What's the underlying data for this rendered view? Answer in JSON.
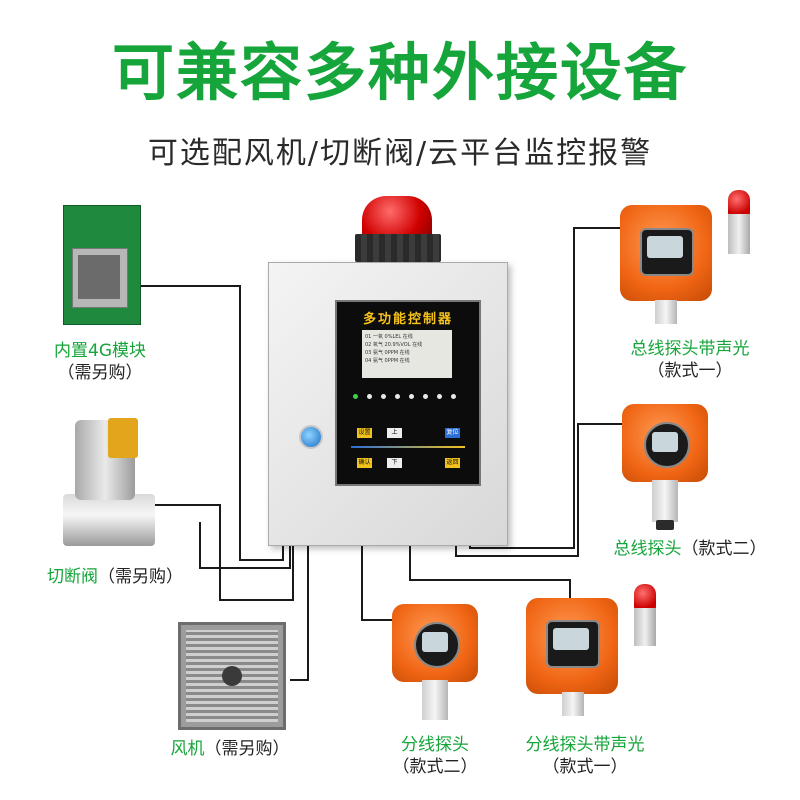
{
  "title": "可兼容多种外接设备",
  "subtitle": "可选配风机/切断阀/云平台监控报警",
  "controller": {
    "panel_title": "多功能控制器",
    "lcd_lines": [
      "01  一氧  0%LEL  在线",
      "02  氧气  20.9%VOL  在线",
      "03  氨气  0PPM  在线",
      "04  氨气  0PPM  在线"
    ],
    "keys": [
      "设置",
      "上",
      "复位",
      "确认",
      "下",
      "返回"
    ]
  },
  "devices": {
    "module_4g": {
      "label": "内置4G模块",
      "note": "（需另购）"
    },
    "valve": {
      "label": "切断阀",
      "note": "（需另购）"
    },
    "fan": {
      "label": "风机",
      "note": "（需另购）"
    },
    "bus_probe_alarm": {
      "label": "总线探头带声光",
      "note": "（款式一）"
    },
    "bus_probe": {
      "label": "总线探头",
      "note": "（款式二）"
    },
    "branch_probe": {
      "label": "分线探头",
      "note": "（款式二）"
    },
    "branch_probe_alarm": {
      "label": "分线探头带声光",
      "note": "（款式一）"
    }
  },
  "colors": {
    "accent_green": "#16a53a",
    "detector_orange": "#f06514",
    "beacon_red": "#d00000"
  },
  "icons": [
    "beacon-icon",
    "key-lock-icon",
    "pcb-module-icon",
    "valve-icon",
    "fan-icon",
    "gas-detector-icon",
    "alarm-lamp-icon"
  ]
}
